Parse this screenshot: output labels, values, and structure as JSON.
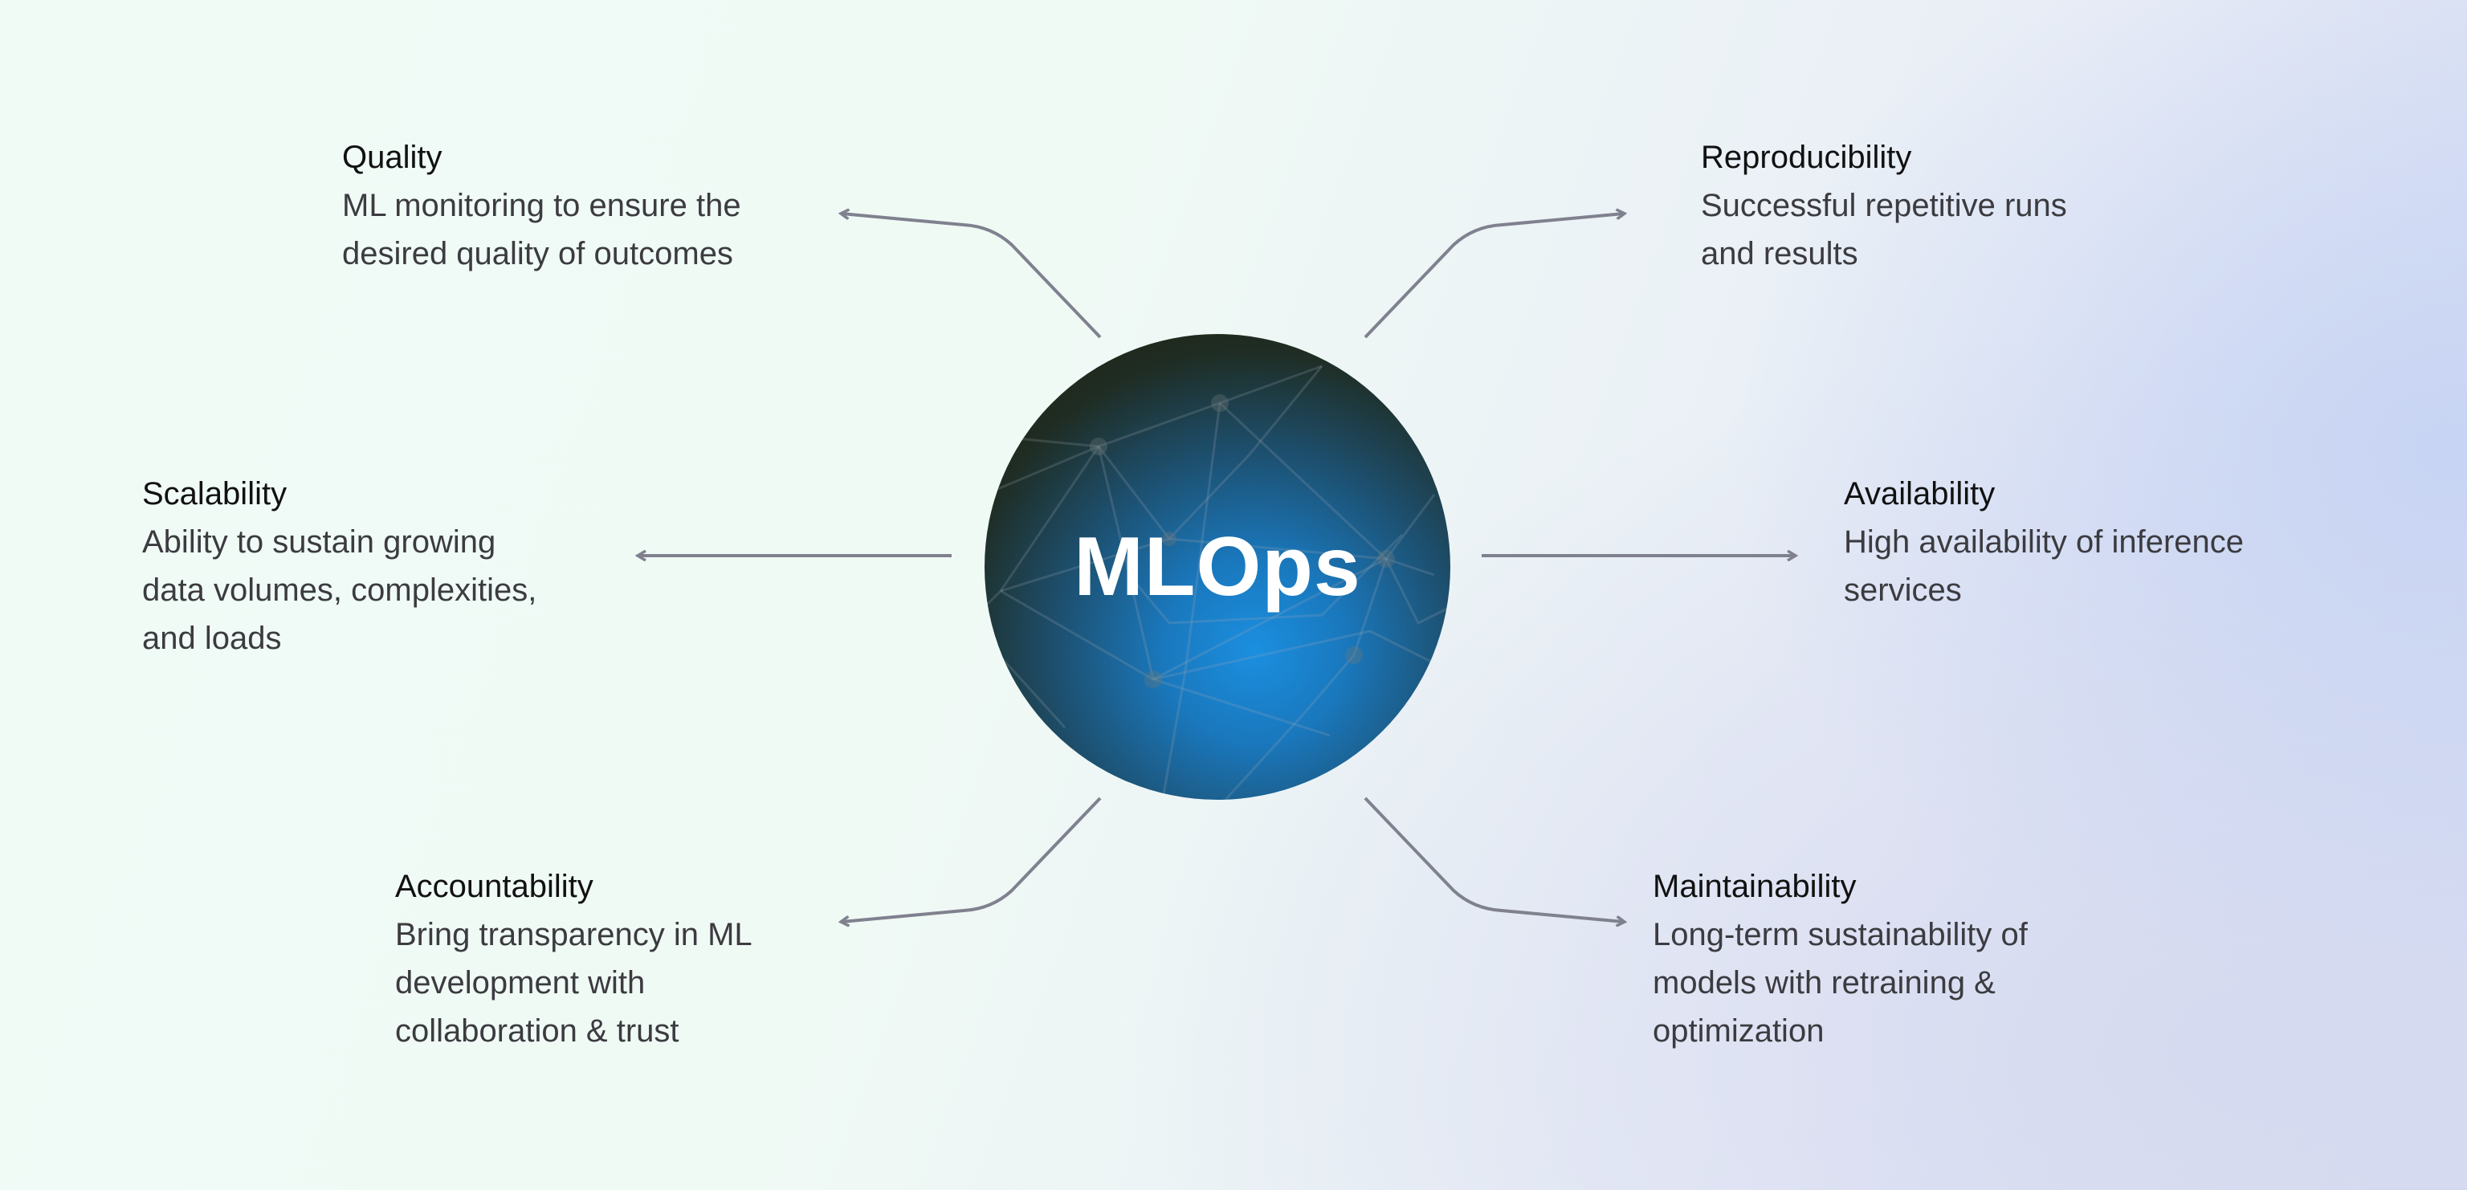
{
  "center": {
    "label": "MLOps"
  },
  "colors": {
    "arrow": "#80818f",
    "hub_dark": "#231a05",
    "hub_blue": "#1b8fe0"
  },
  "items": [
    {
      "title": "Quality",
      "desc": "ML monitoring to ensure the\ndesired quality of outcomes"
    },
    {
      "title": "Reproducibility",
      "desc": "Successful repetitive runs\nand results"
    },
    {
      "title": "Scalability",
      "desc": "Ability to sustain growing\ndata volumes, complexities,\nand loads"
    },
    {
      "title": "Availability",
      "desc": "High availability of inference\nservices"
    },
    {
      "title": "Accountability",
      "desc": "Bring transparency in ML\ndevelopment with\ncollaboration & trust"
    },
    {
      "title": "Maintainability",
      "desc": "Long-term sustainability of\nmodels with retraining &\noptimization"
    }
  ]
}
